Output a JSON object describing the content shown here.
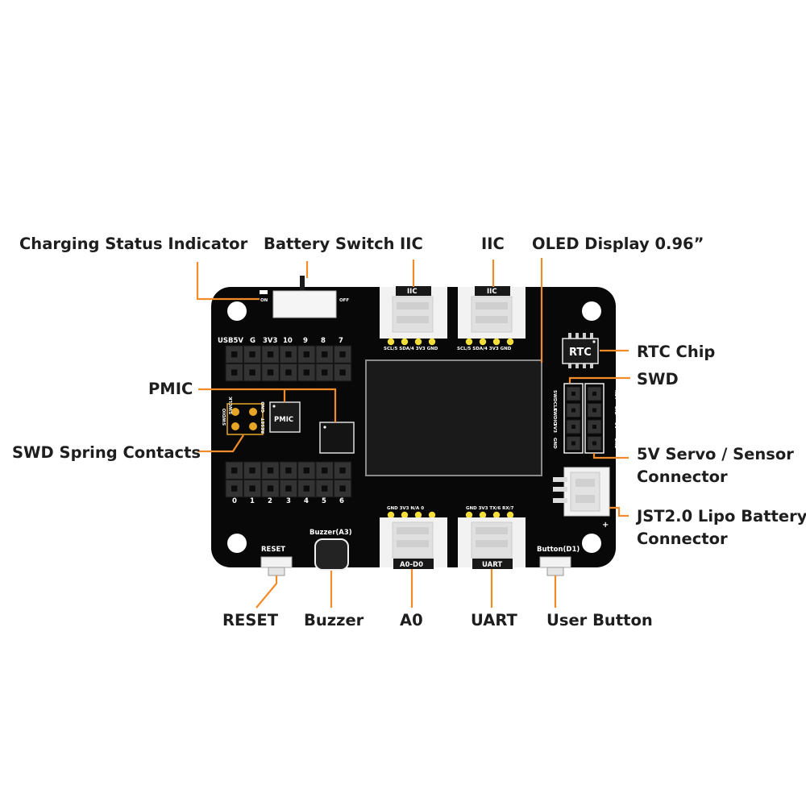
{
  "colors": {
    "board": "#080808",
    "leader": "#f28c28",
    "connector": "#f2f2f2",
    "contact_gold": "#e7a526",
    "pin_yellow": "#f4de3a",
    "oled": "#1a1a1a"
  },
  "callouts": {
    "charging_status_indicator": "Charging Status Indicator",
    "battery_switch": "Battery Switch",
    "iic_1": "IIC",
    "iic_2": "IIC",
    "oled_display": "OLED Display 0.96”",
    "rtc_chip": "RTC Chip",
    "swd": "SWD",
    "pmic": "PMIC",
    "swd_spring_contacts": "SWD Spring Contacts",
    "servo_connector_line1": "5V Servo / Sensor",
    "servo_connector_line2": "Connector",
    "jst_battery_line1": "JST2.0 Lipo Battery",
    "jst_battery_line2": "Connector",
    "reset": "RESET",
    "buzzer": "Buzzer",
    "a0": "A0",
    "uart": "UART",
    "user_button": "User Button"
  },
  "board": {
    "led_label": "ON",
    "switch_off_label": "OFF",
    "iic_label_1": "IIC",
    "iic_label_2": "IIC",
    "iic_pins_1": "SCL/5 SDA/4 3V3 GND",
    "iic_pins_2": "SCL/5 SDA/4 3V3 GND",
    "a0_pins": "GND 3V3 N/A 0",
    "uart_pins": "GND 3V3 TX/6 RX/7",
    "a0_label": "A0-D0",
    "uart_label": "UART",
    "rtc_label": "RTC",
    "pmic_label": "PMIC",
    "reset_label": "RESET",
    "buzzer_label": "Buzzer(A3)",
    "button_label": "Button(D1)",
    "jst_plus": "+",
    "top_header_labels": [
      "USB5V",
      "G",
      "3V3",
      "10",
      "9",
      "8",
      "7"
    ],
    "bottom_header_labels": [
      "0",
      "1",
      "2",
      "3",
      "4",
      "5",
      "6"
    ],
    "swd_pad_labels": [
      "SWDIO",
      "SWCLK",
      "RESET",
      "GND"
    ],
    "swd_header_labels": [
      "SWDCLK",
      "SWDIO",
      "3V3",
      "GND"
    ],
    "servo_header_labels": [
      "RST",
      "SIG",
      "5V",
      "GND"
    ]
  }
}
